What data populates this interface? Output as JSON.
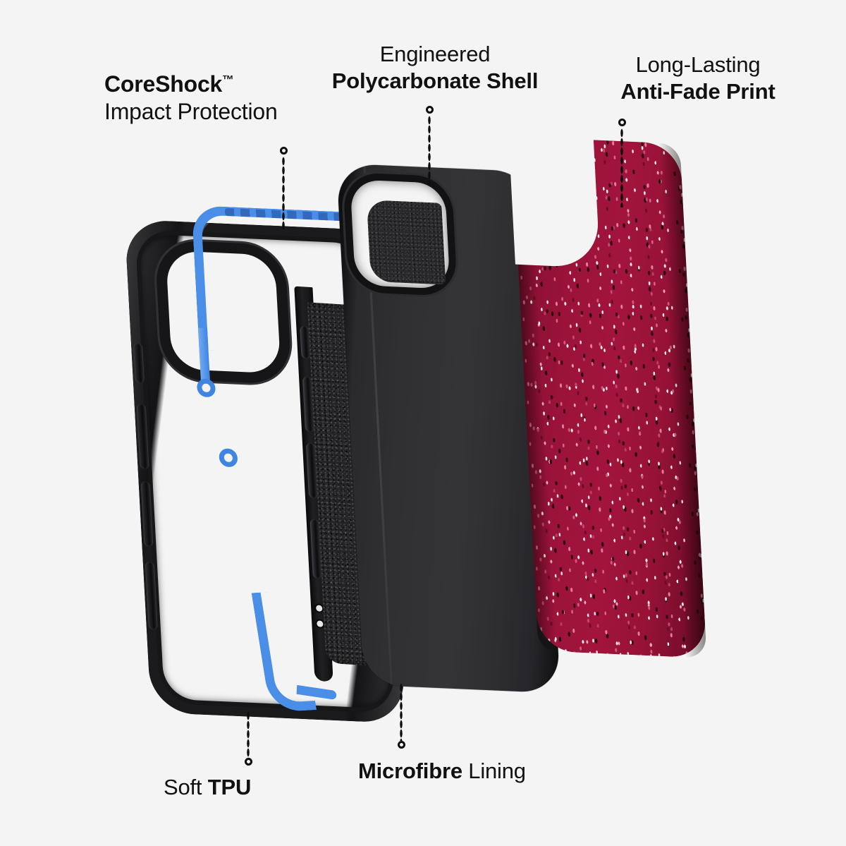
{
  "background_color": "#f4f4f5",
  "accent_colors": {
    "coreshock_blue": "#4a8ee8",
    "print_crimson": "#8c1134",
    "shell_black": "#303033",
    "text_black": "#111112"
  },
  "callouts": [
    {
      "id": "coreshock",
      "line1": "CoreShock",
      "line1_suffix": "™",
      "line2": "Impact Protection",
      "line1_weight": "bold",
      "line2_weight": "regular",
      "position": "top-left"
    },
    {
      "id": "polycarbonate_shell",
      "line1": "Engineered",
      "line2": "Polycarbonate Shell",
      "line1_weight": "regular",
      "line2_weight": "bold",
      "position": "top-center"
    },
    {
      "id": "anti_fade_print",
      "line1": "Long-Lasting",
      "line2": "Anti-Fade Print",
      "line1_weight": "regular",
      "line2_weight": "bold",
      "position": "top-right"
    },
    {
      "id": "soft_tpu",
      "line1_regular": "Soft ",
      "line1_bold": "TPU",
      "position": "bottom-left"
    },
    {
      "id": "microfibre_lining",
      "line1_bold": "Microfibre",
      "line1_regular": " Lining",
      "position": "bottom-center"
    }
  ],
  "layers": [
    {
      "id": "tpu_bumper",
      "name": "Soft TPU bumper frame",
      "color": "#1b1b1d"
    },
    {
      "id": "coreshock_skeleton",
      "name": "CoreShock impact skeleton",
      "color": "#4a8ee8"
    },
    {
      "id": "polycarbonate_shell",
      "name": "Engineered polycarbonate shell",
      "color": "#303033"
    },
    {
      "id": "microfibre_lining",
      "name": "Microfibre lining",
      "color": "#242426"
    },
    {
      "id": "anti_fade_print",
      "name": "Long-lasting anti-fade printed back plate",
      "color": "#8c1134"
    }
  ]
}
